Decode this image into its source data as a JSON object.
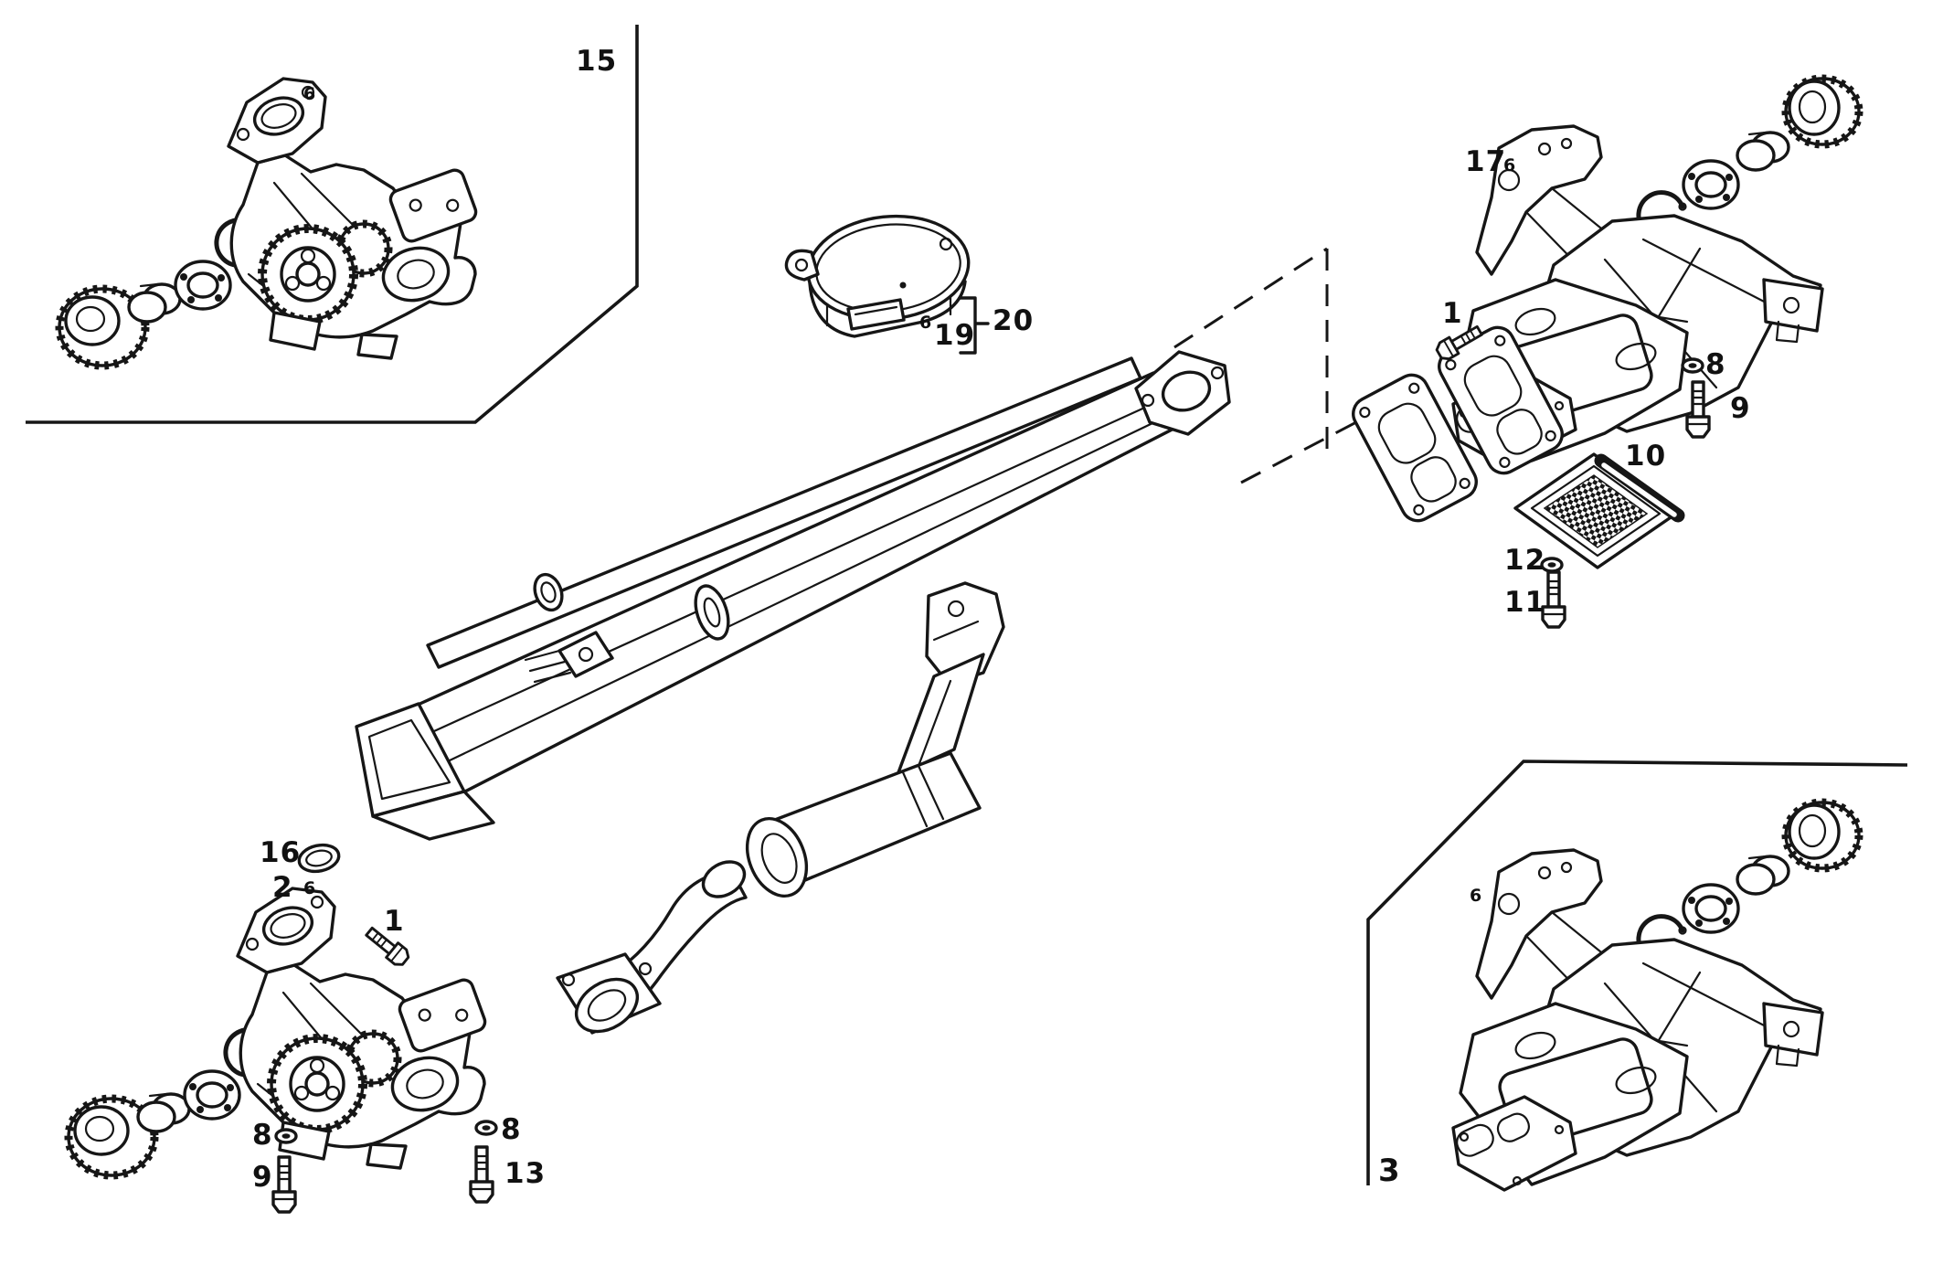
{
  "page": {
    "background": "#ffffff",
    "line_color": "#161616",
    "description_visible_text_only": "exploded parts diagram with numbered callouts"
  },
  "callouts": {
    "c15": "15",
    "c17": "17",
    "c17_sub": "6",
    "c6_topleft": "6",
    "c1_right": "1",
    "c8_right": "8",
    "c9_right": "9",
    "c10": "10",
    "c12": "12",
    "c11": "11",
    "c19_sub": "6",
    "c19": "19",
    "c20": "20",
    "c16": "16",
    "c2": "2",
    "c2_sub": "6",
    "c1_left": "1",
    "c8_left": "8",
    "c9_left": "9",
    "c8_mid": "8",
    "c13": "13",
    "c3": "3",
    "c6_inset3": "6"
  }
}
